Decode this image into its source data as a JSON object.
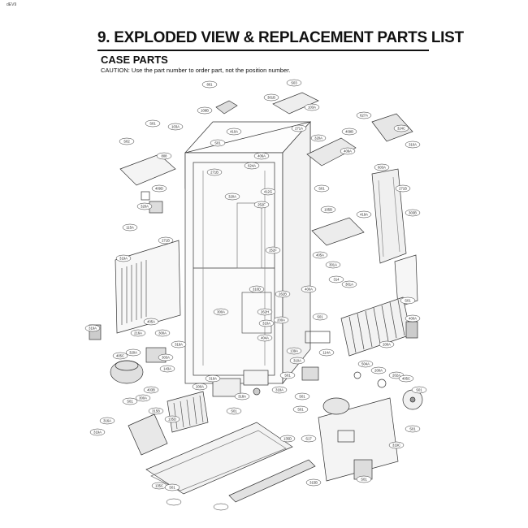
{
  "page_tag": "dEV9",
  "title": "9. EXPLODED VIEW & REPLACEMENT PARTS LIST",
  "section": "CASE PARTS",
  "caution": "CAUTION: Use the part number to order part, not the position number.",
  "callouts": [
    "801",
    "S03",
    "109B",
    "301B",
    "103A",
    "S01",
    "103A",
    "271A",
    "627A",
    "324C",
    "S02",
    "410A",
    "409B",
    "808",
    "S01",
    "406A",
    "320A",
    "310A",
    "271B",
    "624A",
    "409A",
    "603A",
    "409D",
    "320A",
    "412G",
    "271B",
    "320A",
    "252F",
    "S01",
    "105B",
    "419A",
    "303B",
    "115A",
    "271B",
    "252F",
    "405A",
    "301A",
    "319A",
    "310D",
    "262B",
    "400A",
    "314",
    "301A",
    "300A",
    "262H",
    "S01",
    "405A",
    "319A",
    "216A",
    "300A",
    "310A",
    "200A",
    "S01",
    "400A",
    "319A",
    "404A",
    "200A",
    "405C",
    "320A",
    "303A",
    "139A",
    "114A",
    "504A",
    "143A",
    "310A",
    "200A",
    "319A",
    "S01",
    "202A",
    "405C",
    "403B",
    "200A",
    "318A",
    "300A",
    "318A",
    "S01",
    "S01",
    "S01",
    "315B",
    "316A",
    "135D",
    "S01",
    "S01",
    "S01",
    "319A",
    "135D",
    "S17",
    "319C",
    "315B",
    "135C",
    "S01",
    "S01"
  ]
}
